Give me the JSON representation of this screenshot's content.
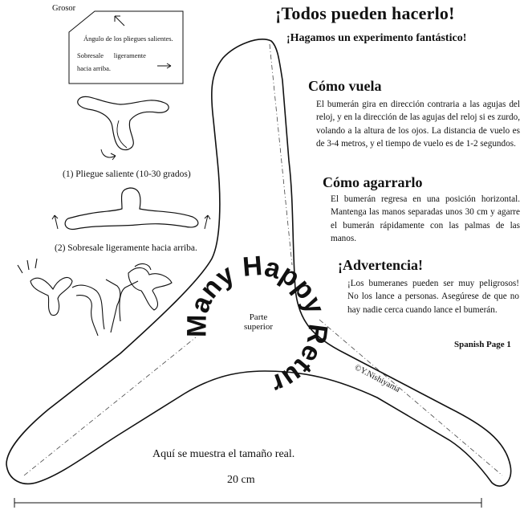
{
  "thickness_label": "Grosor",
  "inset": {
    "line1": "Ángulo de los pliegues salientes.",
    "line2": "Sobresale      ligeramente",
    "line3": "hacia arriba."
  },
  "step1_caption": "(1) Pliegue saliente (10-30 grados)",
  "step2_caption": "(2) Sobresale ligeramente hacia arriba.",
  "title": "¡Todos pueden hacerlo!",
  "subtitle": "¡Hagamos un experimento fantástico!",
  "section_fly": {
    "heading": "Cómo vuela",
    "body": "El bumerán gira en dirección contraria a las agujas del reloj, y en la dirección de las agujas del reloj si es zurdo, volando a la altura de los ojos. La distancia de vuelo es de 3-4 metros, y el tiempo de vuelo es de 1-2 segundos."
  },
  "section_grip": {
    "heading": "Cómo agarrarlo",
    "body": "El bumerán regresa en una posición horizontal. Mantenga las manos separadas unos 30 cm y agarre el bumerán rápidamente con las palmas de las manos."
  },
  "section_warning": {
    "heading": "¡Advertencia!",
    "body": "¡Los bumeranes pueden ser muy peligrosos! No los lance a personas. Asegúrese de que no hay nadie cerca cuando lance el bumerán."
  },
  "page_label": "Spanish Page 1",
  "brand": "Many Happy Returns",
  "center_label": {
    "line1": "Parte",
    "line2": "superior"
  },
  "copyright": "©Y.Nishiyama",
  "real_size": "Aquí se muestra el tamaño real.",
  "scale": "20 cm"
}
